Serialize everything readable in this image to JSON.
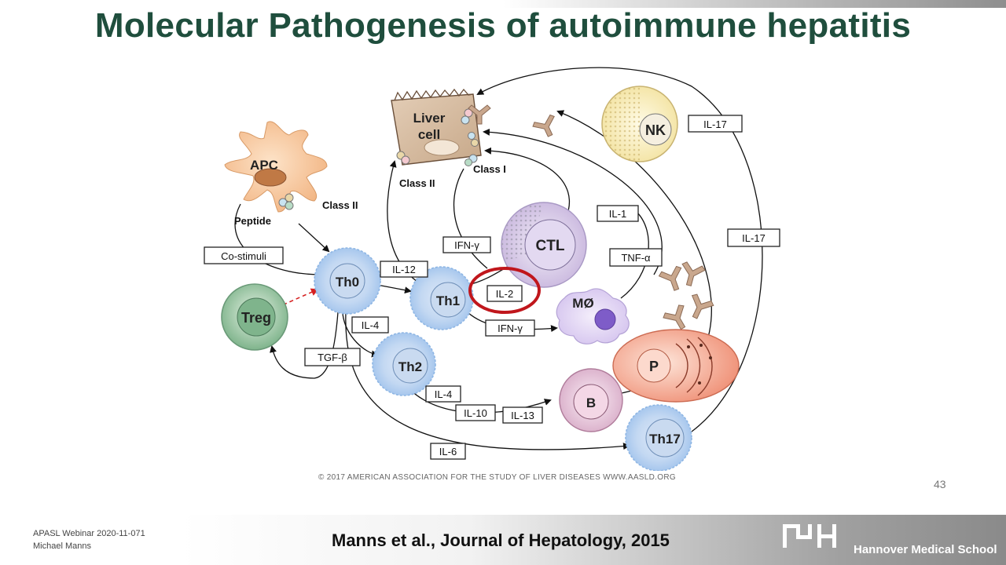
{
  "slide": {
    "title": "Molecular Pathogenesis of autoimmune hepatitis",
    "copyright": "© 2017 AMERICAN ASSOCIATION FOR THE STUDY OF LIVER DISEASES WWW.AASLD.ORG",
    "page_number": "43",
    "webinar_line1": "APASL Webinar 2020-11-071",
    "webinar_line2": "Michael Manns",
    "citation": "Manns et al., Journal of Hepatology, 2015",
    "institution": "Hannover Medical School"
  },
  "cells": {
    "liver_line1": "Liver",
    "liver_line2": "cell",
    "apc": "APC",
    "nk": "NK",
    "ctl": "CTL",
    "th0": "Th0",
    "th1": "Th1",
    "th2": "Th2",
    "treg": "Treg",
    "macrophage": "MØ",
    "plasma": "P",
    "b": "B",
    "th17": "Th17"
  },
  "labels": {
    "class_ii_liver": "Class II",
    "class_i": "Class I",
    "class_ii_apc": "Class II",
    "peptide": "Peptide",
    "co_stimuli": "Co-stimuli",
    "il12": "IL-12",
    "il2": "IL-2",
    "ifn_top": "IFN-γ",
    "ifn_bottom": "IFN-γ",
    "il4_top": "IL-4",
    "il4_bottom": "IL-4",
    "tgf": "TGF-β",
    "il1": "IL-1",
    "tnf": "TNF-α",
    "il17_top": "IL-17",
    "il17_right": "IL-17",
    "il10": "IL-10",
    "il13": "IL-13",
    "il6": "IL-6"
  },
  "colors": {
    "title": "#1f4e3d",
    "highlight_ring": "#c0161c",
    "treg_arrow": "#d62020"
  }
}
